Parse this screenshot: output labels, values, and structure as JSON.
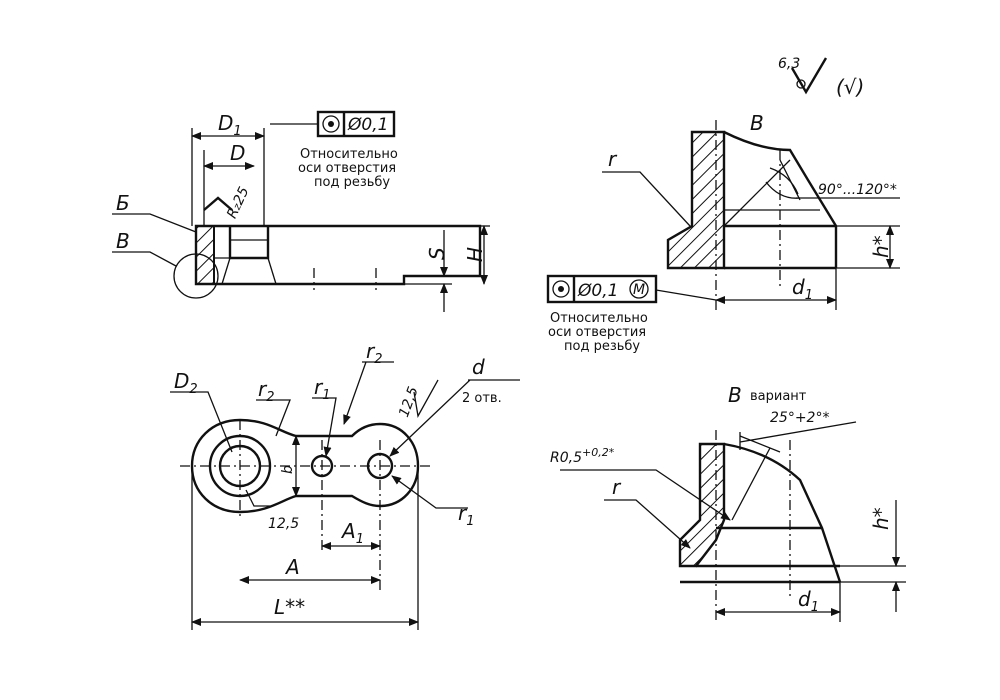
{
  "roughness": {
    "value": "6,3",
    "remaining": "(√)"
  },
  "top_left": {
    "label_D1": "D",
    "label_D1_sub": "1",
    "label_D": "D",
    "label_Rz": "R",
    "label_Rz_sub": "z",
    "label_Rz_val": "25",
    "label_B": "Б",
    "label_V": "В",
    "label_S": "S",
    "label_H": "H",
    "tolerance": "Ø0,1",
    "note_line1": "Относительно",
    "note_line2": "оси отверстия",
    "note_line3": "под резьбу"
  },
  "top_right": {
    "title": "В",
    "label_r": "r",
    "angle": "90°...120°*",
    "label_h": "h*",
    "label_d1": "d",
    "label_d1_sub": "1",
    "tolerance": "Ø0,1",
    "tolerance_mod": "M",
    "note_line1": "Относительно",
    "note_line2": "оси отверстия",
    "note_line3": "под резьбу"
  },
  "bottom_left": {
    "label_D2": "D",
    "label_D2_sub": "2",
    "label_r2a": "r",
    "label_r2a_sub": "2",
    "label_r1a": "r",
    "label_r1a_sub": "1",
    "label_r2b": "r",
    "label_r2b_sub": "2",
    "label_d": "d",
    "holes": "2 отв.",
    "rough_top": "12,5",
    "rough_bottom": "12,5",
    "label_b": "b",
    "label_r1b": "r",
    "label_r1b_sub": "1",
    "label_A1": "A",
    "label_A1_sub": "1",
    "label_A": "A",
    "label_L": "L**"
  },
  "bottom_right": {
    "title": "В",
    "title_note": "вариант",
    "angle": "25°+2°*",
    "radius": "R0,5",
    "radius_tol": "+0,2*",
    "label_r": "r",
    "label_h": "h*",
    "label_d1": "d",
    "label_d1_sub": "1"
  }
}
